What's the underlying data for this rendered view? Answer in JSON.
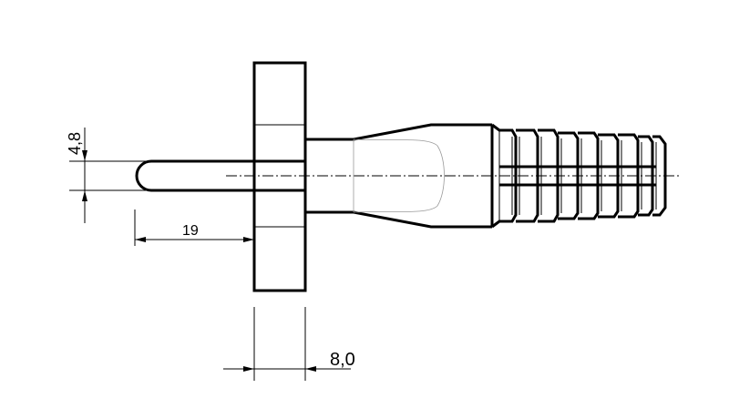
{
  "drawing": {
    "dimensions": {
      "pin_diameter": "4,8",
      "pin_length": "19",
      "flange_thickness": "8,0"
    },
    "colors": {
      "line": "#000000",
      "hidden_line": "#999999",
      "background": "#ffffff"
    }
  }
}
